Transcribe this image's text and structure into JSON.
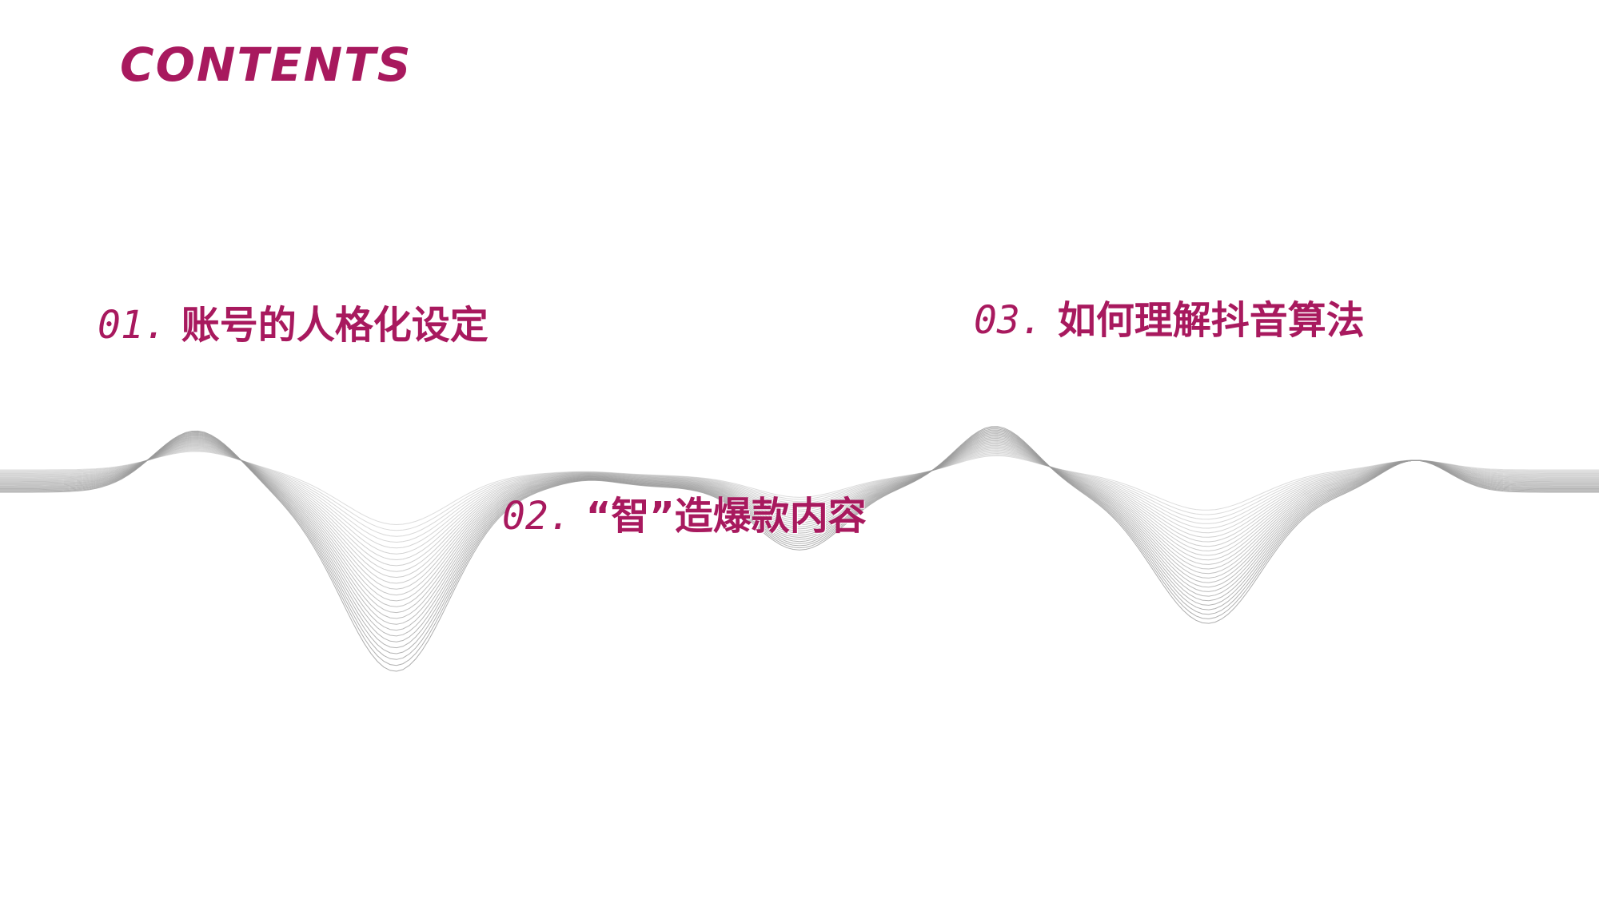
{
  "title": "CONTENTS",
  "items": [
    {
      "num": "01.",
      "text": "账号的人格化设定"
    },
    {
      "num": "02.",
      "text": "“智”造爆款内容"
    },
    {
      "num": "03.",
      "text": "如何理解抖音算法"
    }
  ],
  "colors": {
    "accent": "#a8195e",
    "wave": "#9a9a9a",
    "background": "#ffffff"
  }
}
